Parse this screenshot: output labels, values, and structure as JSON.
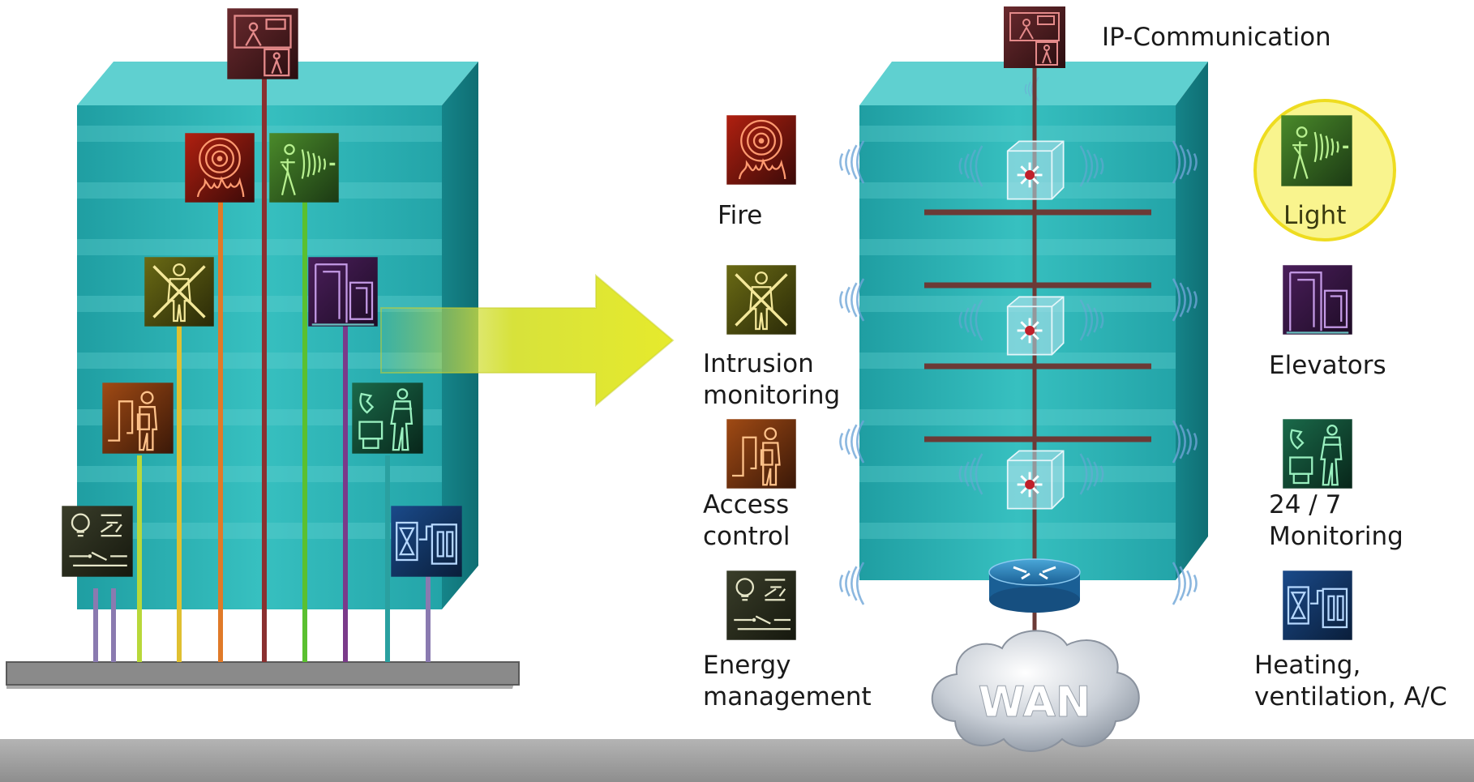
{
  "labels": {
    "ip_communication": "IP-Communication",
    "fire": "Fire",
    "light": "Light",
    "intrusion": [
      "Intrusion",
      "monitoring"
    ],
    "elevators": "Elevators",
    "access": [
      "Access",
      "control"
    ],
    "monitoring247": [
      "24 / 7",
      "Monitoring"
    ],
    "energy": [
      "Energy",
      "management"
    ],
    "hvac": [
      "Heating,",
      "ventilation, A/C"
    ],
    "wan": "WAN"
  },
  "icons": [
    "camera-person-icon",
    "fire-icon",
    "light-icon",
    "intrusion-icon",
    "elevator-icon",
    "access-control-icon",
    "monitoring-icon",
    "energy-icon",
    "hvac-icon"
  ],
  "colors": {
    "building": "#2fb3b5",
    "highlight": "#f4f06a",
    "arrow": "#d8e23a",
    "ground": "#a3a3a3",
    "bus": "#6b3a36"
  }
}
